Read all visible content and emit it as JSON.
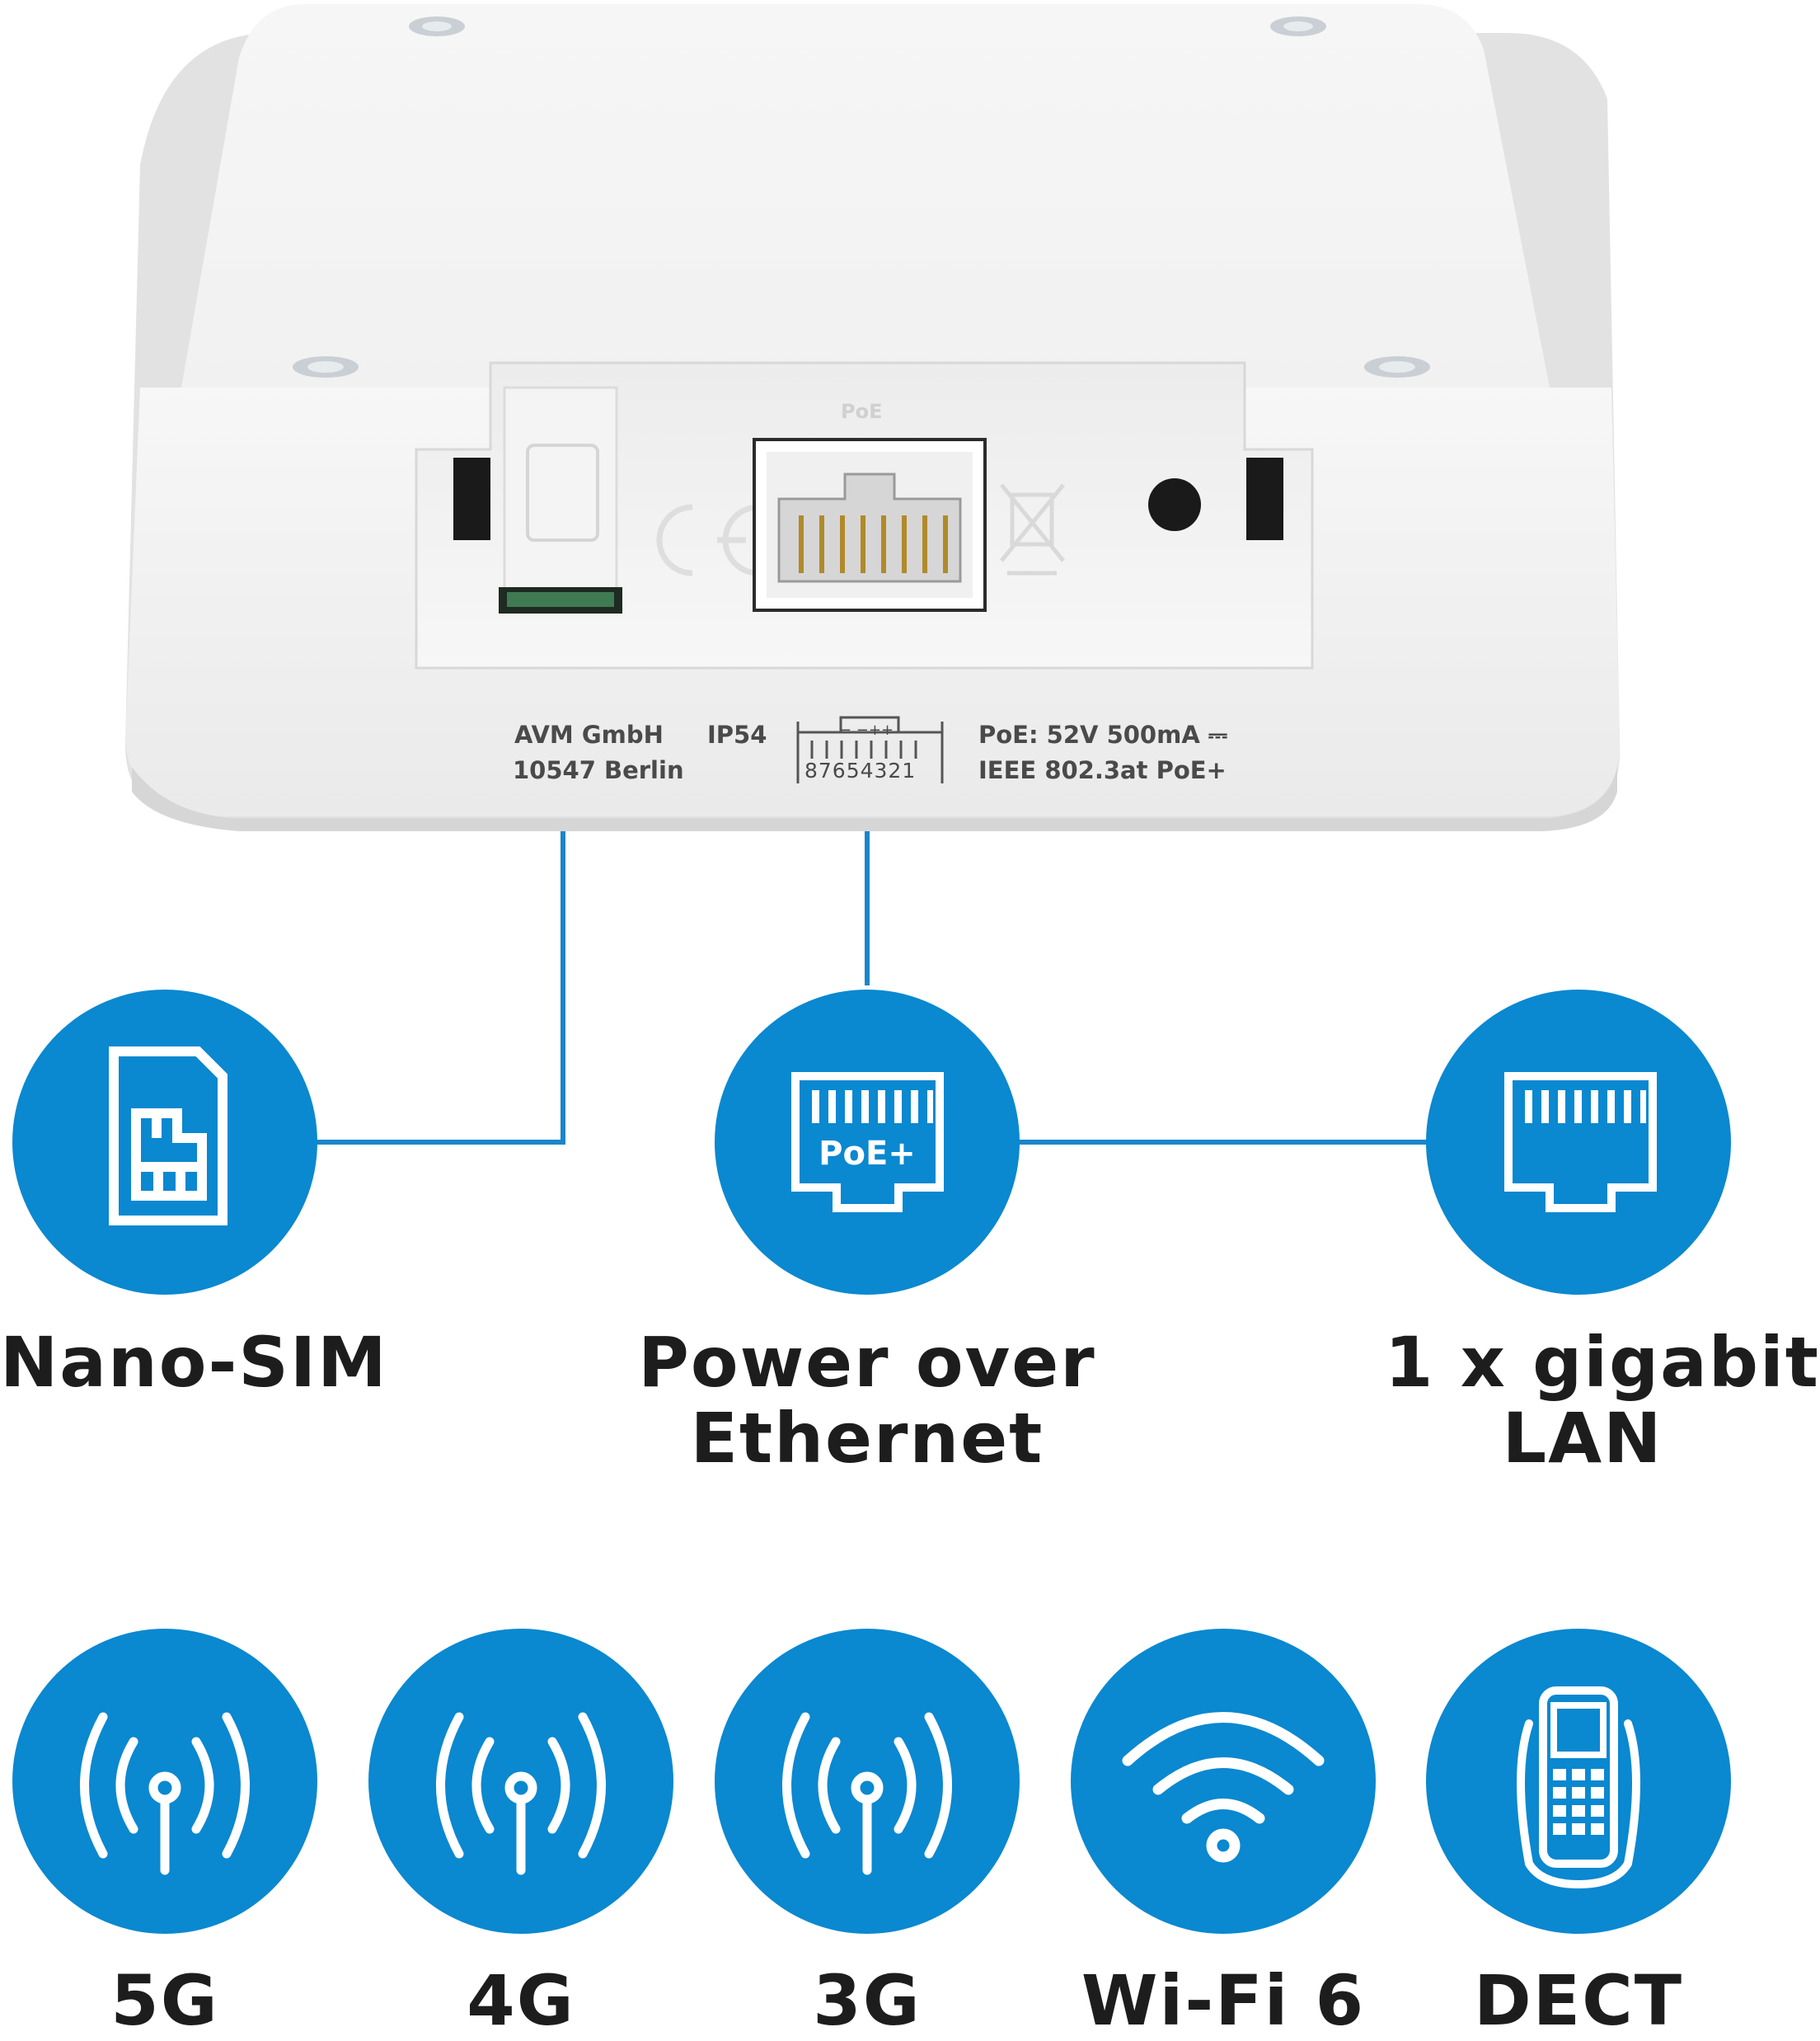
{
  "device": {
    "manufacturer": "AVM GmbH",
    "address": "10547 Berlin",
    "ip_rating": "IP54",
    "pin_numbers": "87654321",
    "pin_polarity": "−  −++",
    "power_spec": "PoE: 52V 500mA ⎓",
    "standard": "IEEE 802.3at PoE+",
    "port_label": "PoE"
  },
  "features": {
    "nano_sim": "Nano-SIM",
    "poe_line1": "Power over",
    "poe_line2": "Ethernet",
    "poe_badge": "PoE+",
    "lan_line1": "1 x gigabit",
    "lan_line2": "LAN"
  },
  "capabilities": [
    {
      "label": "5G",
      "icon": "antenna-icon"
    },
    {
      "label": "4G",
      "icon": "antenna-icon"
    },
    {
      "label": "3G",
      "icon": "antenna-icon"
    },
    {
      "label": "Wi-Fi 6",
      "icon": "wifi-icon"
    },
    {
      "label": "DECT",
      "icon": "cordless-phone-icon"
    }
  ],
  "colors": {
    "accent": "#0a88d0",
    "connector": "#1b86c9",
    "text": "#1d1d1d"
  }
}
